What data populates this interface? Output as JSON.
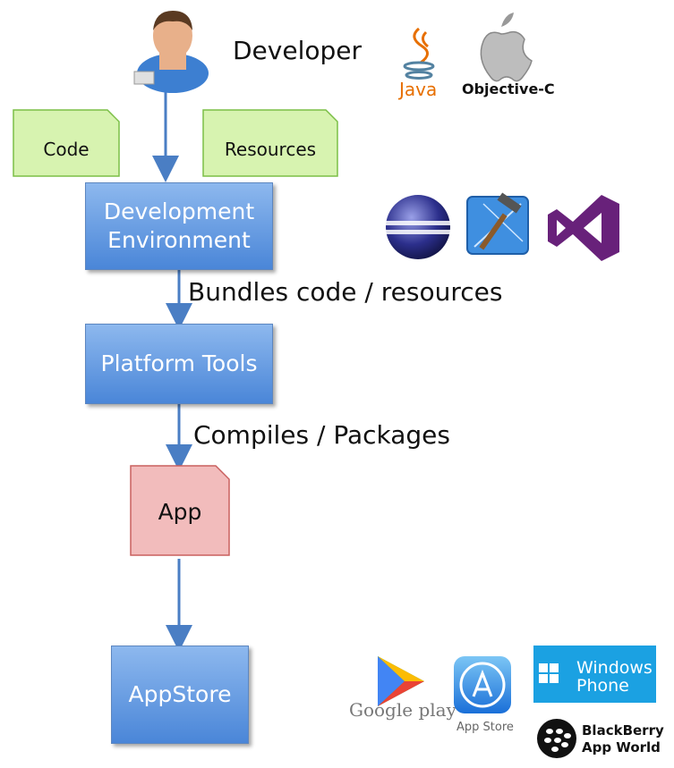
{
  "developer_label": "Developer",
  "java_label": "Java",
  "objc_label": "Objective-C",
  "code_label": "Code",
  "resources_label": "Resources",
  "dev_env_line1": "Development",
  "dev_env_line2": "Environment",
  "bundles_label": "Bundles code / resources",
  "platform_tools_label": "Platform Tools",
  "compiles_label": "Compiles / Packages",
  "app_label": "App",
  "appstore_label": "AppStore",
  "google_play_label": "Google play",
  "app_store_label": "App Store",
  "windows_label": "Windows",
  "phone_label": "Phone",
  "blackberry_label": "BlackBerry",
  "app_world_label": "App World"
}
